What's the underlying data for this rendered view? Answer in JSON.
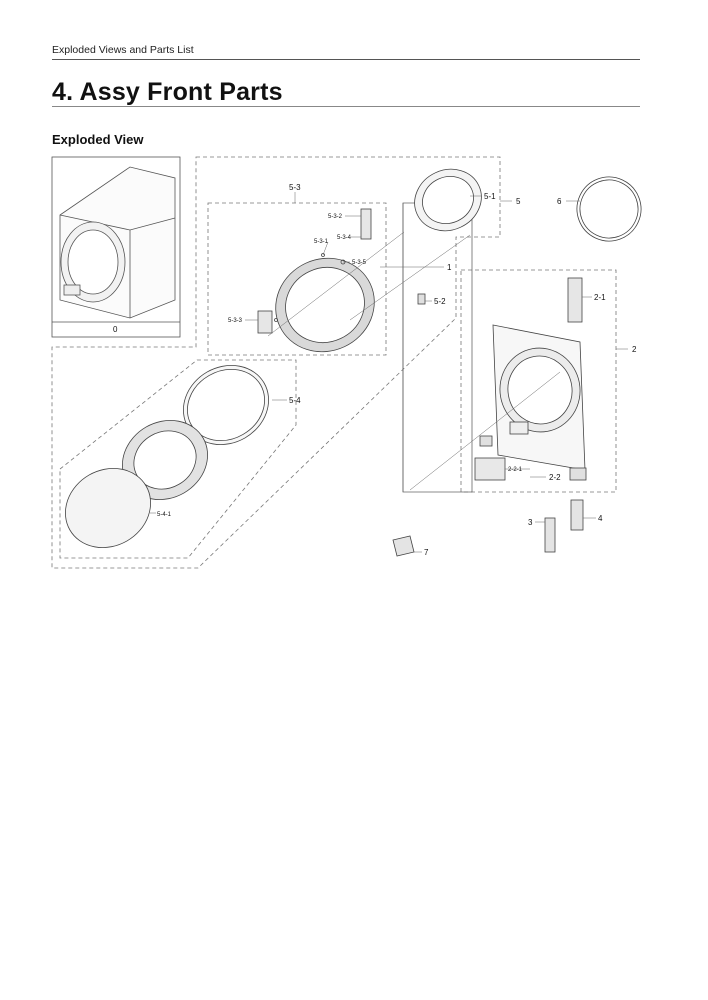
{
  "header": {
    "section_title": "Exploded Views and Parts List",
    "page_title": "4.  Assy Front Parts",
    "subheading": "Exploded View"
  },
  "labels": {
    "assy_0": "0",
    "p1": "1",
    "p2": "2",
    "p2_1": "2-1",
    "p2_2": "2-2",
    "p2_2_1": "2-2-1",
    "p3": "3",
    "p4": "4",
    "p5": "5",
    "p5_1": "5-1",
    "p5_2": "5-2",
    "p5_3": "5-3",
    "p5_3_1": "5-3-1",
    "p5_3_2": "5-3-2",
    "p5_3_3": "5-3-3",
    "p5_3_4": "5-3-4",
    "p5_3_5": "5-3-5",
    "p5_4": "5-4",
    "p5_4_1": "5-4-1",
    "p6": "6",
    "p7": "7"
  },
  "colors": {
    "line": "#444444",
    "dash": "#666666",
    "part_fill": "#f4f4f4"
  }
}
